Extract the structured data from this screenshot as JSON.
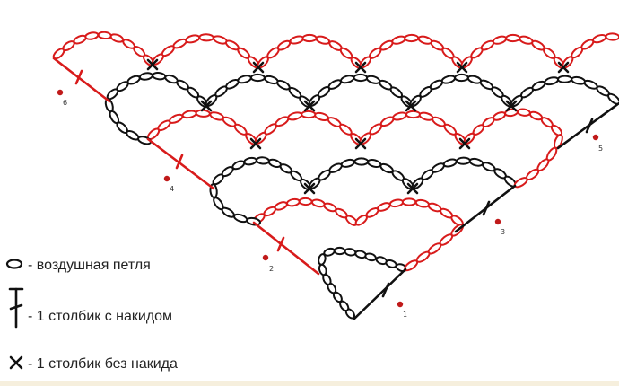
{
  "colors": {
    "red": "#d81b1b",
    "black": "#111111",
    "dot": "#c01a1a"
  },
  "row_labels": [
    "1",
    "2",
    "3",
    "4",
    "5",
    "6"
  ],
  "legend": {
    "chain": "- воздушная петля",
    "dc": "- 1 столбик с накидом",
    "sc": "- 1 столбик без накида"
  },
  "icons": {
    "chain": "chain-stitch-oval-icon",
    "dc": "double-crochet-icon",
    "sc": "single-crochet-x-icon"
  }
}
